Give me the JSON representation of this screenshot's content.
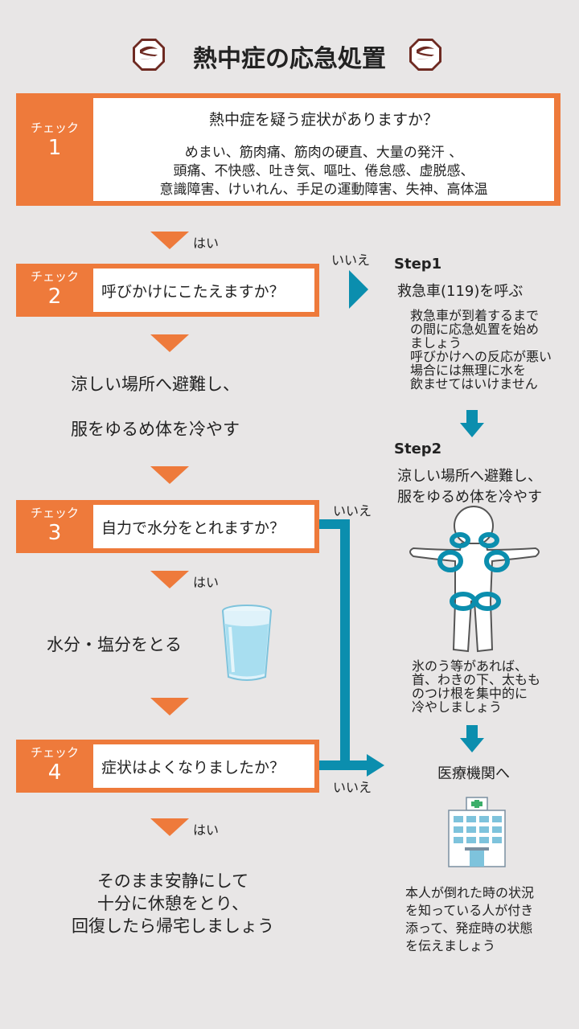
{
  "title": "熱中症の応急処置",
  "checks": [
    {
      "tag": "チェック",
      "num": "1",
      "question": "熱中症を疑う症状がありますか？",
      "symptoms": [
        "めまい、筋肉痛、筋肉の硬直、大量の発汗 、",
        "頭痛、不快感、吐き気、嘔吐、倦怠感、虚脱感、",
        "意識障害、けいれん、手足の運動障害、失神、高体温"
      ]
    },
    {
      "tag": "チェック",
      "num": "2",
      "question": "呼びかけにこたえますか？"
    },
    {
      "tag": "チェック",
      "num": "3",
      "question": "自力で水分をとれますか？"
    },
    {
      "tag": "チェック",
      "num": "4",
      "question": "症状はよくなりましたか？"
    }
  ],
  "answers": {
    "yes": "はい",
    "no": "いいえ"
  },
  "left_actions": {
    "cool_line1": "涼しい場所へ避難し、",
    "cool_line2": "服をゆるめ体を冷やす",
    "water": "水分・塩分をとる",
    "rest": [
      "そのまま安静にして",
      "十分に休憩をとり、",
      "回復したら帰宅しましょう"
    ]
  },
  "steps": [
    {
      "label": "Step1",
      "title": "救急車(119)を呼ぶ",
      "notes": [
        "救急車が到着するまで",
        "の間に応急処置を始め",
        "ましょう",
        "呼びかけへの反応が悪い",
        "場合には無理に水を",
        "飲ませてはいけません"
      ]
    },
    {
      "label": "Step2",
      "title": [
        "涼しい場所へ避難し、",
        "服をゆるめ体を冷やす"
      ],
      "notes": [
        "氷のう等があれば、",
        "首、わきの下、太もも",
        "のつけ根を集中的に",
        "冷やしましょう"
      ]
    }
  ],
  "hospital": {
    "title": "医療機関へ",
    "notes": [
      "本人が倒れた時の状況",
      "を知っている人が付き",
      "添って、発症時の状態",
      "を伝えましょう"
    ]
  },
  "colors": {
    "orange": "#ee7a3b",
    "teal": "#0b8eae",
    "background": "#e8e6e6",
    "logo": "#6e2a22"
  },
  "icons": [
    "logo-icon",
    "water-glass-icon",
    "body-figure-icon",
    "hospital-icon"
  ]
}
